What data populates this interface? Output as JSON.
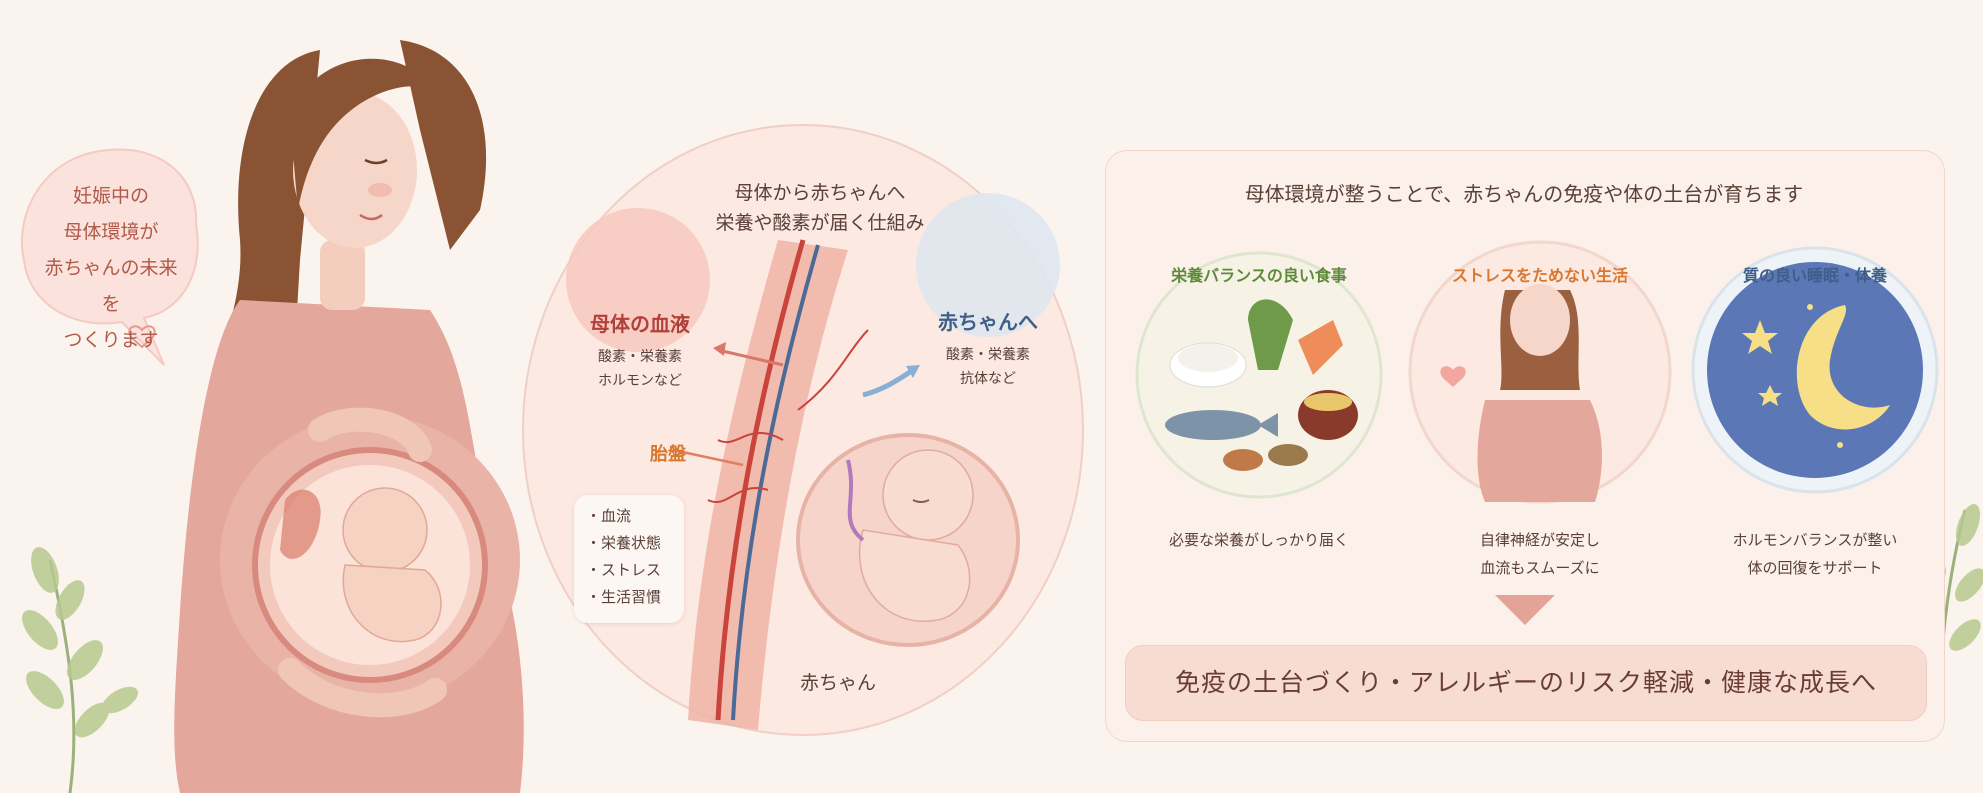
{
  "bubble": {
    "lines": [
      "妊娠中の",
      "母体環境が",
      "赤ちゃんの未来を",
      "つくります"
    ]
  },
  "center": {
    "title_lines": [
      "母体から赤ちゃんへ",
      "栄養や酸素が届く仕組み"
    ],
    "mother_blood": {
      "title": "母体の血液",
      "lines": [
        "酸素・栄養素",
        "ホルモンなど"
      ]
    },
    "to_baby": {
      "title": "赤ちゃんへ",
      "lines": [
        "酸素・栄養素",
        "抗体など"
      ]
    },
    "placenta_label": "胎盤",
    "factors": [
      "・血流",
      "・栄養状態",
      "・ストレス",
      "・生活習慣"
    ],
    "baby_label": "赤ちゃん"
  },
  "panel": {
    "title": "母体環境が整うことで、赤ちゃんの免疫や体の土台が育ちます",
    "cards": [
      {
        "label": "栄養バランスの良い食事",
        "desc": [
          "必要な栄養がしっかり届く"
        ],
        "color": "#5f8a3a"
      },
      {
        "label": "ストレスをためない生活",
        "desc": [
          "自律神経が安定し",
          "血流もスムーズに"
        ],
        "color": "#d9772f"
      },
      {
        "label": "質の良い睡眠・体養",
        "desc": [
          "ホルモンバランスが整い",
          "体の回復をサポート"
        ],
        "color": "#3f5e8a"
      }
    ],
    "summary": "免疫の土台づくり・アレルギーのリスク軽減・健康な成長へ"
  },
  "colors": {
    "accent": "#d97a6a",
    "background": "#fbf4ee",
    "panel": "#fbf1ea"
  }
}
